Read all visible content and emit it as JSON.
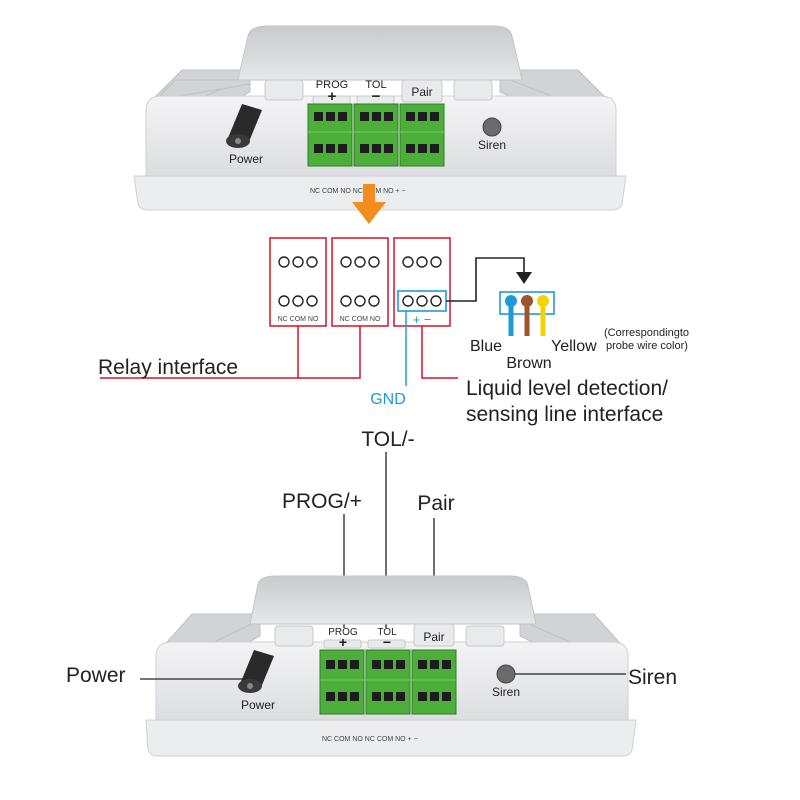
{
  "device": {
    "prog_label": "PROG",
    "prog_sign": "+",
    "tol_label": "TOL",
    "tol_sign": "−",
    "pair_label": "Pair",
    "power_label": "Power",
    "siren_label": "Siren",
    "terminal_strip": "NC COM NO NC COM NO + −"
  },
  "schematic": {
    "relay_pin_label": "NC COM NO",
    "sensor_signs": "+ −",
    "relay_interface": "Relay interface",
    "gnd": "GND",
    "liquid_line1": "Liquid level detection/",
    "liquid_line2": "sensing line interface",
    "wire_blue": "Blue",
    "wire_brown": "Brown",
    "wire_yellow": "Yellow",
    "wire_note_line1": "(Correspondingto",
    "wire_note_line2": "probe wire color)"
  },
  "callouts": {
    "tol": "TOL/-",
    "prog": "PROG/+",
    "pair": "Pair",
    "power": "Power",
    "siren": "Siren"
  },
  "colors": {
    "relay_red": "#d0142c",
    "sensor_blue": "#1e9bd7",
    "wire_brown": "#a0522d",
    "wire_yellow": "#f2d500",
    "arrow_orange": "#f28c1c",
    "terminal_green": "#4caf3a"
  }
}
